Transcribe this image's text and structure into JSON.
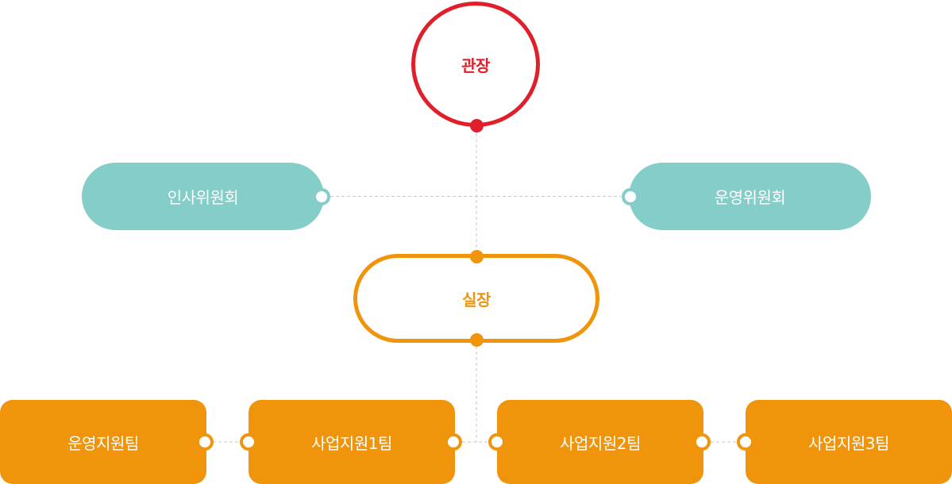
{
  "org_chart": {
    "director": "관장",
    "committees": [
      "인사위원회",
      "운영위원회"
    ],
    "chief": "실장",
    "teams": [
      "운영지원팀",
      "사업지원1팀",
      "사업지원2팀",
      "사업지원3팀"
    ]
  },
  "colors": {
    "director": "#e01f2b",
    "committee": "#84cdc8",
    "chief_and_teams": "#f0940c",
    "connector": "#c8c8c8"
  }
}
